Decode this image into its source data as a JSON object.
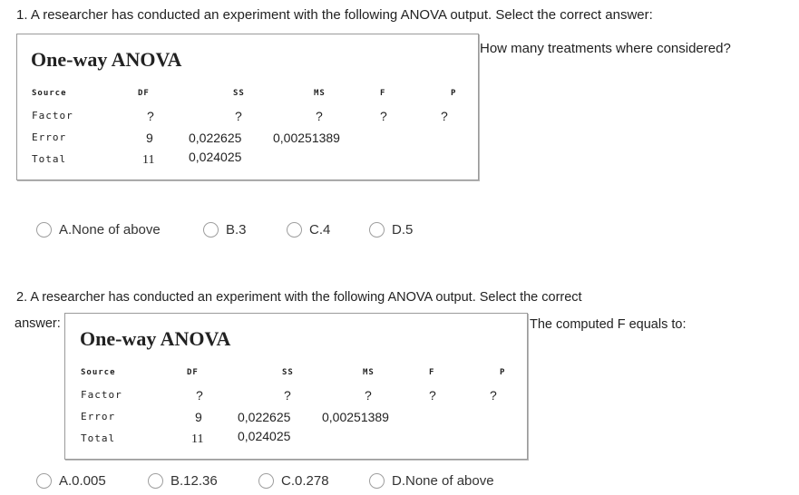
{
  "q1": {
    "text": "1. A researcher has conducted an experiment with the following ANOVA output. Select the  correct answer:",
    "side": "How many treatments where considered?",
    "table": {
      "title": "One-way ANOVA",
      "headers": [
        "Source",
        "DF",
        "SS",
        "MS",
        "F",
        "P"
      ],
      "rows": [
        {
          "source": "Factor",
          "df": "?",
          "ss": "?",
          "ms": "?",
          "f": "?",
          "p": "?"
        },
        {
          "source": "Error",
          "df": "9",
          "ss": "0,022625",
          "ms": "0,00251389",
          "f": "",
          "p": ""
        },
        {
          "source": "Total",
          "df": "11",
          "ss": "0,024025",
          "ms": "",
          "f": "",
          "p": ""
        }
      ]
    },
    "options": [
      "A.None of above",
      "B.3",
      "C.4",
      "D.5"
    ]
  },
  "q2": {
    "text": "2. A researcher has conducted an experiment with the following ANOVA output. Select the  correct",
    "text2": "answer:",
    "side": "The computed F equals to:",
    "table": {
      "title": "One-way ANOVA",
      "headers": [
        "Source",
        "DF",
        "SS",
        "MS",
        "F",
        "P"
      ],
      "rows": [
        {
          "source": "Factor",
          "df": "?",
          "ss": "?",
          "ms": "?",
          "f": "?",
          "p": "?"
        },
        {
          "source": "Error",
          "df": "9",
          "ss": "0,022625",
          "ms": "0,00251389",
          "f": "",
          "p": ""
        },
        {
          "source": "Total",
          "df": "11",
          "ss": "0,024025",
          "ms": "",
          "f": "",
          "p": ""
        }
      ]
    },
    "options": [
      "A.0.005",
      "B.12.36",
      "C.0.278",
      "D.None of above"
    ]
  }
}
